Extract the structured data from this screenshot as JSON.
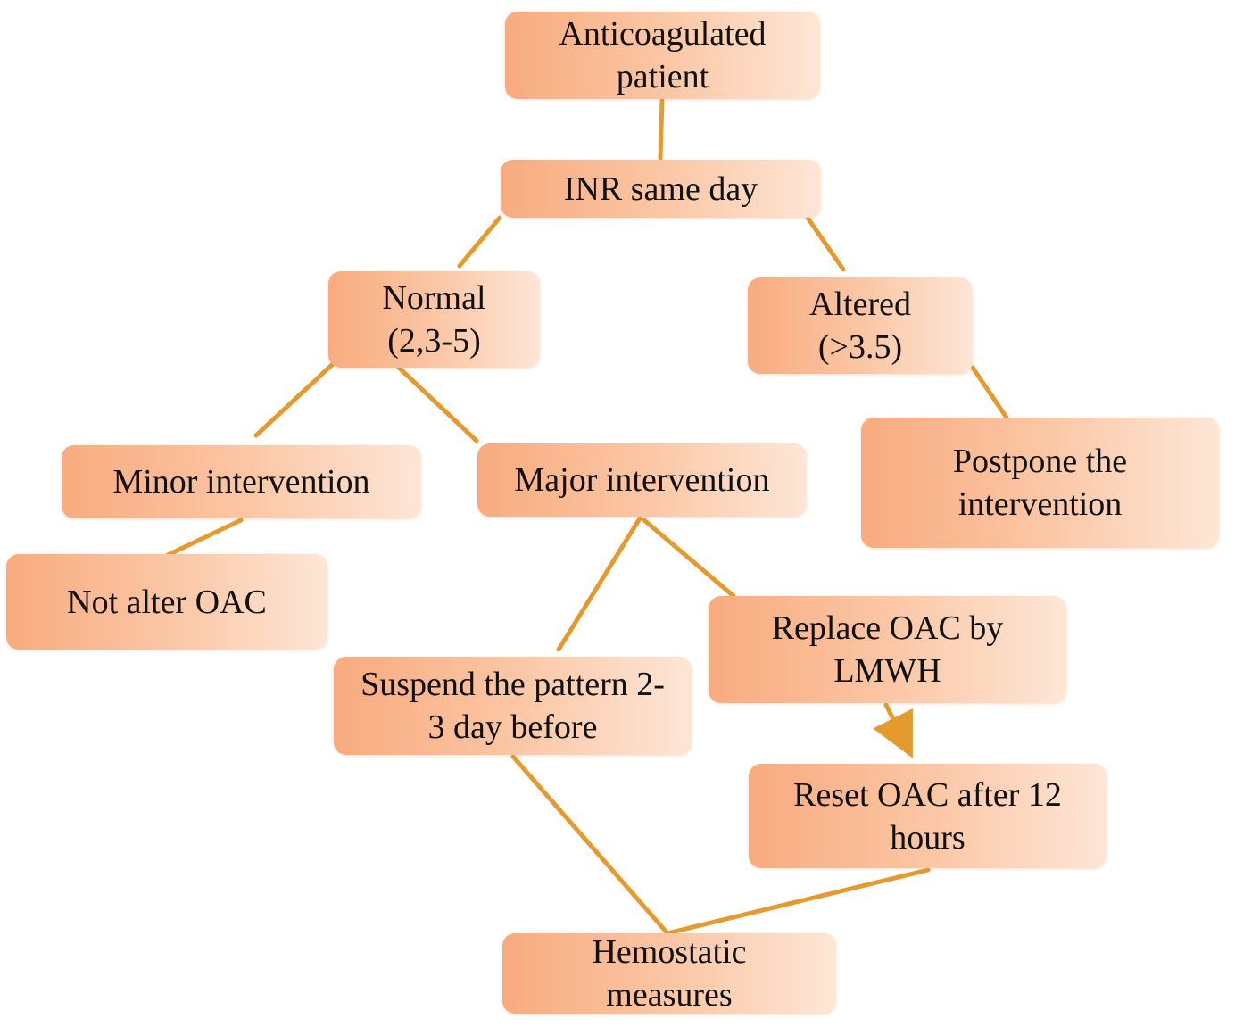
{
  "colors": {
    "connector": "#e69a2e",
    "node_start": "#f8ab7e",
    "node_end": "#fde6d6",
    "text": "#111111"
  },
  "nodes": {
    "anticoagulated_patient": "Anticoagulated patient",
    "inr_same_day": "INR same day",
    "normal": "Normal (2,3-5)",
    "altered": "Altered (>3.5)",
    "minor_intervention": "Minor intervention",
    "major_intervention": "Major intervention",
    "postpone": "Postpone the intervention",
    "not_alter_oac": "Not alter OAC",
    "replace_oac": "Replace OAC by LMWH",
    "suspend_pattern": "Suspend the pattern 2-3 day before",
    "reset_oac": "Reset OAC after 12 hours",
    "hemostatic_measures": "Hemostatic measures"
  }
}
